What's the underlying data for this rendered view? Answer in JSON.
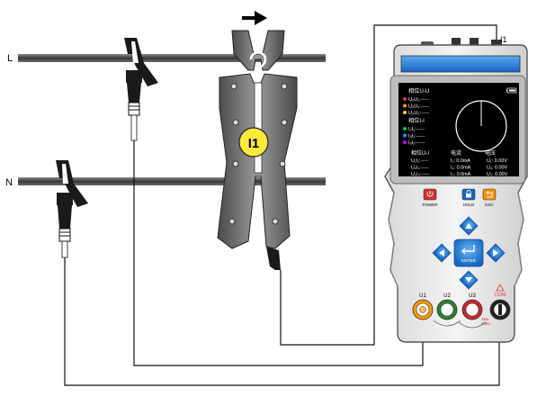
{
  "lines": {
    "line_l": "L",
    "line_n": "N"
  },
  "clamp": {
    "label": "I1",
    "connector_label": "I1"
  },
  "instrument": {
    "screen": {
      "section_uu": "相位U-U",
      "uu_rows": [
        "U₂U₁:-----",
        "U₃U₁:-----",
        "U₃U₂:-----"
      ],
      "section_ui": "相位I-I",
      "ui_rows": [
        "I₂I₁:-----",
        "I₃I₁:-----",
        "I₃I₂:-----"
      ],
      "col_phase": "相位U-I",
      "col_current": "电流",
      "col_voltage": "电压",
      "table_rows": [
        {
          "phase": "U₁I₁:-----",
          "current": "I₁:   0.0mA",
          "voltage": "U₁: 0.00V"
        },
        {
          "phase": "U₂I₂:-----",
          "current": "I₂:   0.0mA",
          "voltage": "U₂: 0.00V"
        },
        {
          "phase": "U₃I₃:-----",
          "current": "I₃:   0.0mA",
          "voltage": "U₃: 0.00V"
        }
      ],
      "dot_colors": [
        "#e53935",
        "#ff9800",
        "#ffd600",
        "#00c853",
        "#2196f3",
        "#d500f9"
      ]
    },
    "buttons": {
      "power": "POWER",
      "hold": "HOLD",
      "esc": "ESC",
      "enter": "ENTER"
    },
    "terminals": {
      "u1": "U1",
      "u2": "U2",
      "u3": "U3",
      "com": "COM",
      "max_note": "Max\n600V"
    }
  },
  "colors": {
    "power_button": "#d32f2f",
    "hold_button": "#1565c0",
    "esc_button": "#ff8f00",
    "dpad": "#1e88e5",
    "clamp_badge": "#ffeb3b",
    "screen_strip": "#1976d2"
  }
}
